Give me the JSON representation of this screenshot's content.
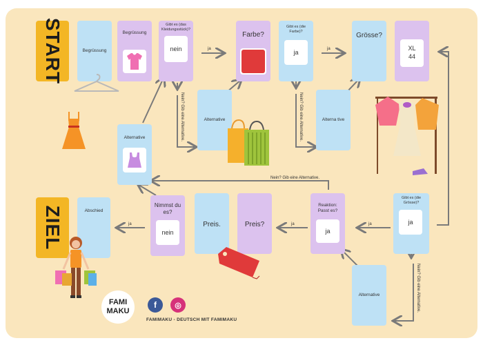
{
  "banners": {
    "start": "START",
    "goal": "ZIEL"
  },
  "cards": {
    "greeting1": "Begrüssung",
    "greeting2": "Begrüssung",
    "question_garment": "Gibt es (das Kleidungsstück)?",
    "answer_garment": "nein",
    "question_color": "Farbe?",
    "question_has_color": "Gibt es (die Farbe)?",
    "answer_color": "ja",
    "question_size": "Grösse?",
    "answer_size": "XL\n44",
    "alternative_1": "Alternative",
    "alternative_2": "Alternative",
    "alternative_3": "Alterna tive",
    "alternative_4": "Alternative",
    "question_has_size": "Gibt es (die Grösse)?",
    "answer_size_check": "ja",
    "reaction": "Reaktion: Passt es?",
    "answer_reaction": "ja",
    "price_question": "Preis?",
    "price": "Preis.",
    "take_it": "Nimmst du es?",
    "answer_take_it": "nein",
    "farewell": "Abschied"
  },
  "notes": {
    "ja_1": "ja",
    "ja_2": "ja",
    "ja_3": "ja",
    "ja_4": "ja",
    "ja_5": "ja",
    "no_alt_1": "Nein? Gib eine Alternative.",
    "no_alt_2": "Nein? Gib eine Alternative.",
    "no_alt_3": "Nein? Gib eine Alternative.",
    "no_alt_4": "Nein? Gib eine Alternative."
  },
  "footer": {
    "text": "FAMIMAKU - DEUTSCH MIT FAMIMAKU",
    "logo_line1": "FAMI",
    "logo_line2": "MAKU"
  },
  "social": {
    "facebook": "f",
    "instagram": "◎"
  },
  "colors": {
    "background": "#fae6bd",
    "blue_card": "#bee1f5",
    "lilac_card": "#dcc2ee",
    "banner": "#f3b625",
    "arrow": "#7a7a7a",
    "swatch": "#e03a3a"
  },
  "icons": [
    "pink-shirt-icon",
    "hanger-icon",
    "orange-dress-icon",
    "shopping-bags-icon",
    "lilac-top-icon",
    "clothes-rack-icon",
    "price-tag-icon",
    "woman-shopper-icon",
    "facebook-icon",
    "instagram-icon"
  ]
}
